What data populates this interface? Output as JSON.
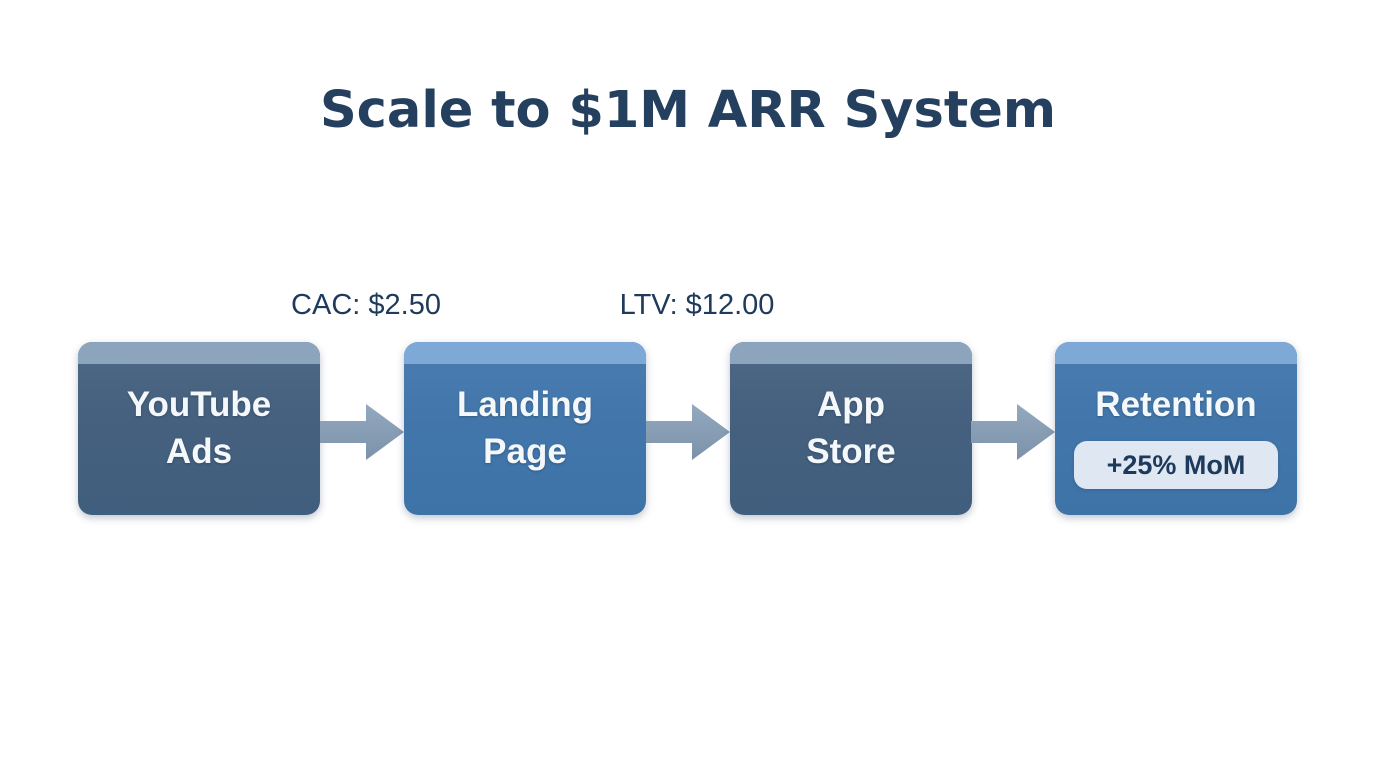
{
  "title": "Scale to $1M ARR System",
  "metrics": {
    "cac": "CAC: $2.50",
    "ltv": "LTV: $12.00"
  },
  "flow": {
    "steps": [
      {
        "line1": "YouTube",
        "line2": "Ads",
        "variant": "dark"
      },
      {
        "line1": "Landing",
        "line2": "Page",
        "variant": "blue"
      },
      {
        "line1": "App",
        "line2": "Store",
        "variant": "dark"
      },
      {
        "line1": "Retention",
        "badge": "+25% MoM",
        "variant": "blue"
      }
    ]
  },
  "colors": {
    "background": "#ffffff",
    "title_text": "#24405e",
    "metric_text": "#1e3a5c",
    "box_dark": "#46617f",
    "box_dark_highlight": "#8da5bc",
    "box_blue": "#4377ab",
    "box_blue_highlight": "#7ea9d6",
    "box_text": "#f5f8fb",
    "arrow": "#8399b0",
    "badge_background": "#dfe8f2",
    "badge_text": "#1d3a5c"
  }
}
